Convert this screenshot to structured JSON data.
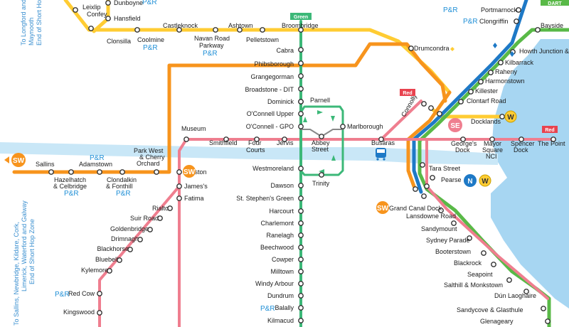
{
  "lines": {
    "green": "#3cb878",
    "red": "#ef7e8f",
    "yellow": "#ffcc33",
    "orange": "#f7941d",
    "blue": "#1e79c6",
    "dart": "#59b947",
    "river": "#c9e7f7",
    "sea": "#a7d6f2"
  },
  "line_badges": {
    "green": "Green",
    "red_city": "Red",
    "red_east": "Red",
    "dart_partial": "DART"
  },
  "hop_zones": {
    "sw": "SW",
    "se": "SE",
    "n": "N",
    "w": "W"
  },
  "pr_label": "P&R",
  "side_notes": {
    "top_left": [
      "To Longford and",
      "Maynooth",
      "End of Short Hop"
    ],
    "bottom_left": [
      "To Sallins, Newbridge, Kildare, Cork,",
      "Limerick, Waterford and Galway",
      "End of Short Hop Zone"
    ]
  },
  "stations": {
    "leixlip": [
      "Leixlip",
      "Confey"
    ],
    "dunboyne": "Dunboyne",
    "hansfield": "Hansfield",
    "clonsilla": "Clonsilla",
    "coolmine": "Coolmine",
    "castleknock": "Castleknock",
    "navan_road": [
      "Navan Road",
      "Parkway"
    ],
    "ashtown": "Ashtown",
    "pelletstown": "Pelletstown",
    "broombridge": "Broombridge",
    "cabra": "Cabra",
    "phibsborough": "Phibsborough",
    "grangegorman": "Grangegorman",
    "broadstone": "Broadstone - DIT",
    "dominick": "Dominick",
    "parnell": "Parnell",
    "oconnell_upper": "O'Connell Upper",
    "oconnell_gpo": "O'Connell - GPO",
    "marlborough": "Marlborough",
    "museum": "Museum",
    "smithfield": "Smithfield",
    "four_courts": [
      "Four",
      "Courts"
    ],
    "jervis": "Jervis",
    "abbey_street": [
      "Abbey",
      "Street"
    ],
    "busaras": "Busáras",
    "georges_dock": [
      "George's",
      "Dock"
    ],
    "mayor_square": [
      "Mayor",
      "Square",
      "NCI"
    ],
    "spencer_dock": [
      "Spencer",
      "Dock"
    ],
    "the_point": "The Point",
    "westmoreland": "Westmoreland",
    "trinity": "Trinity",
    "dawson": "Dawson",
    "st_stephens_green": "St. Stephen's Green",
    "harcourt": "Harcourt",
    "charlemont": "Charlemont",
    "ranelagh": "Ranelagh",
    "beechwood": "Beechwood",
    "cowper": "Cowper",
    "milltown": "Milltown",
    "windy_arbour": "Windy Arbour",
    "dundrum": "Dundrum",
    "balally": "Balally",
    "kilmacud": "Kilmacud",
    "drumcondra": "Drumcondra",
    "connolly": "Connolly",
    "docklands": "Docklands",
    "portmarnock": "Portmarnock",
    "clongriffin": "Clongriffin",
    "bayside": "Bayside",
    "howth_junction": "Howth Junction &",
    "kilbarrack": "Kilbarrack",
    "raheny": "Raheny",
    "harmonstown": "Harmonstown",
    "killester": "Killester",
    "clontarf_road": "Clontarf Road",
    "tara_street": "Tara Street",
    "pearse": "Pearse",
    "grand_canal_dock": "Grand Canal Dock",
    "lansdowne_road": "Lansdowne Road",
    "sandymount": "Sandymount",
    "sydney_parade": "Sydney Parade",
    "booterstown": "Booterstown",
    "blackrock": "Blackrock",
    "seapoint": "Seapoint",
    "salthill": "Salthill & Monkstown",
    "dun_laoghaire": "Dún Laoghaire",
    "sandycove": "Sandycove & Glasthule",
    "glenageary": "Glenageary",
    "sallins": "Sallins",
    "hazelhatch": [
      "Hazelhatch",
      "& Celbridge"
    ],
    "adamstown": "Adamstown",
    "clondalkin": [
      "Clondalkin",
      "& Fonthill"
    ],
    "park_west": [
      "Park West",
      "& Cherry",
      "Orchard"
    ],
    "heuston": "Heuston",
    "james": "James's",
    "fatima": "Fatima",
    "rialto": "Rialto",
    "suir_road": "Suir Road",
    "goldenbridge": "Goldenbridge",
    "drimnagh": "Drimnagh",
    "blackhorse": "Blackhorse",
    "bluebell": "Bluebell",
    "kylemore": "Kylemore",
    "red_cow": "Red Cow",
    "kingswood": "Kingswood"
  }
}
